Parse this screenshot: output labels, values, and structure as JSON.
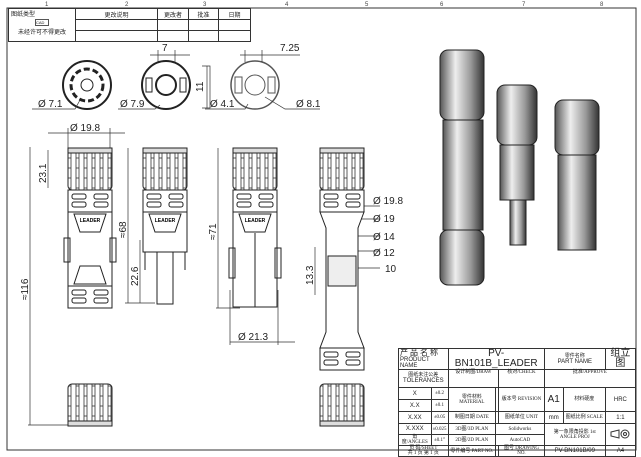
{
  "ruler": [
    "1",
    "2",
    "3",
    "4",
    "5",
    "6",
    "7",
    "8"
  ],
  "revision_table": {
    "drawing_type": "图纸类型",
    "cad_label": "CAD",
    "no_change_notice": "未经许可不得更改",
    "headers": [
      "更改说明",
      "更改者",
      "批准",
      "日期"
    ]
  },
  "dimensions": {
    "d71": "Ø 7.1",
    "d79": "Ø 7.9",
    "w7": "7",
    "h11": "11",
    "d41": "Ø 4.1",
    "w725": "7.25",
    "d81": "Ø 8.1",
    "d198": "Ø 19.8",
    "h231": "23.1",
    "h116": "≈116",
    "h68": "≈68",
    "h226": "22.6",
    "h71": "≈71",
    "d213": "Ø 21.3",
    "d198b": "Ø 19.8",
    "d19": "Ø 19",
    "d14": "Ø 14",
    "d12": "Ø 12",
    "w10": "10",
    "h133": "13.3",
    "logo": "LEADER"
  },
  "title_block": {
    "product_name_cn": "产 品 名 称",
    "product_name_en": "PRODUCT NAME",
    "product_name": "PV-BN101B_LEADER",
    "part_name_cn": "零件名称",
    "part_name_en": "PART NAME",
    "part_name": "组立图",
    "tol_cn": "图纸未注公差",
    "tol_en": "TOLERANCES",
    "draw": "设计制图/DRAW",
    "check": "核对/CHECK",
    "approve": "批准/APPROVE",
    "tolerances": [
      [
        "X",
        "±0.2"
      ],
      [
        "X.X",
        "±0.1"
      ],
      [
        "X.XX",
        "±0.05"
      ],
      [
        "X.XXX",
        "±0.025"
      ],
      [
        "角度/ANGLES",
        "±0.1°"
      ]
    ],
    "material": "零件材料 MATERIAL",
    "revision_label": "版本号 REVISION",
    "revision": "A1",
    "hardness_label": "材料硬度",
    "hardness": "HRC",
    "date": "制图日期 DATE",
    "unit_label": "图纸单位 UNIT",
    "unit": "mm",
    "scale_label": "图纸比例 SCALE",
    "scale": "1:1",
    "plan3d": "3D图/3D PLAN",
    "software3d": "Solidworks",
    "plan2d": "2D图/2D PLAN",
    "software2d": "AutoCAD",
    "projection": "第一象限角投影 1st ANGLE PROJ",
    "sheet": "页 码/SHEET",
    "sheet_value": "共 1 页 第 1 页",
    "part_no": "零件编号 PART NO.",
    "drawing_no_label": "图号 DRAWING NO.",
    "drawing_no": "PV-BN101B/09",
    "paper": "A4"
  }
}
